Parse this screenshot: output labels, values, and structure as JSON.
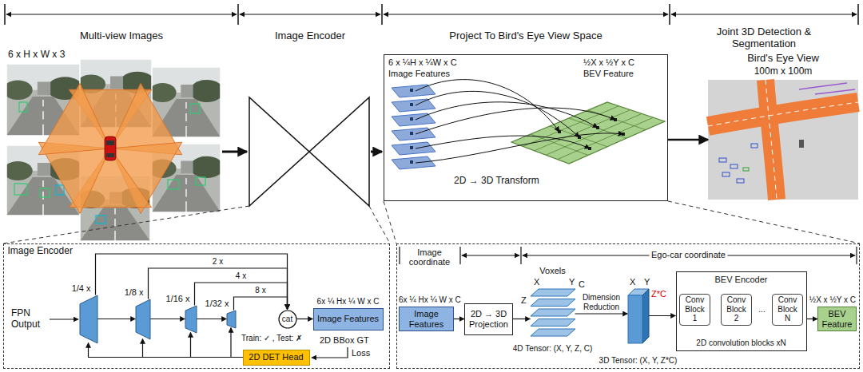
{
  "diagram": {
    "nodes": [
      {
        "text": [
          "2D → 3D Transform"
        ]
      },
      {
        "text": [
          "Bird's Eye View",
          "100m x 100m"
        ]
      },
      {
        "text": [
          "Image Encoder"
        ]
      },
      {
        "text": [
          "1/4 x"
        ],
        "in": 2
      },
      {
        "text": [
          "1/8 x"
        ],
        "in": 2
      },
      {
        "text": [
          "1/16 x"
        ],
        "in": 2
      },
      {
        "text": [
          "1/32 x"
        ],
        "in": 2
      },
      {
        "text": [
          "cat"
        ],
        "in": 2
      },
      {
        "text": [
          "6x ¼ Hx ¼ W x C",
          "Image Features"
        ],
        "in": 2
      },
      {
        "text": [
          "2D DET Head"
        ],
        "in": 2
      },
      {
        "text": [
          "Image coordinate",
          "Ego-car coordinate"
        ]
      },
      {
        "text": [
          "6x ¼ Hx ¼ W x C",
          "Image Features"
        ],
        "in": 10
      },
      {
        "text": [
          "2D → 3D Projection"
        ],
        "in": 10
      },
      {
        "text": [
          "Voxels",
          "4D Tensor: (X, Y, Z, C)"
        ],
        "in": 10
      },
      {
        "text": [
          "3D Tensor: (X, Y, Z*C)"
        ],
        "in": 10
      },
      {
        "text": [
          "BEV Encoder",
          "2D convolution blocks xN"
        ],
        "in": 10
      },
      {
        "text": [
          "Conv Block 1"
        ],
        "in": 15
      },
      {
        "text": [
          "Conv Block 2"
        ],
        "in": 15
      },
      {
        "text": [
          "Conv Block N"
        ],
        "in": 15
      },
      {
        "text": [
          "½X x ½Y x C",
          "BEV Feature"
        ],
        "in": 10
      }
    ],
    "edges": [
      {
        "from": 0,
        "to": 1,
        "arrow": "to"
      },
      {
        "from": 3,
        "to": 4,
        "arrow": "to"
      },
      {
        "from": 4,
        "to": 5,
        "arrow": "to"
      },
      {
        "from": 5,
        "to": 6,
        "arrow": "to"
      },
      {
        "from": 3,
        "to": 7,
        "arrow": "to"
      },
      {
        "from": 4,
        "to": 7,
        "label": "2 x",
        "arrow": "to"
      },
      {
        "from": 5,
        "to": 7,
        "label": "4 x",
        "arrow": "to"
      },
      {
        "from": 6,
        "to": 7,
        "label": "8 x",
        "arrow": "to"
      },
      {
        "from": 7,
        "to": 8,
        "arrow": "to"
      },
      {
        "from": 9,
        "to": 3,
        "arrow": "to"
      },
      {
        "from": 9,
        "to": 4,
        "arrow": "to"
      },
      {
        "from": 9,
        "to": 5,
        "arrow": "to"
      },
      {
        "from": 9,
        "to": 6,
        "arrow": "to"
      },
      {
        "from": 11,
        "to": 12,
        "arrow": "to"
      },
      {
        "from": 12,
        "to": 13,
        "arrow": "to"
      },
      {
        "from": 13,
        "to": 14,
        "label": "Dimension Reduction",
        "arrow": "to"
      },
      {
        "from": 14,
        "to": 15,
        "arrow": "to"
      },
      {
        "from": 16,
        "to": 17,
        "arrow": "to"
      },
      {
        "from": 17,
        "to": 18,
        "label": "...",
        "arrow": "to"
      },
      {
        "from": 15,
        "to": 19,
        "arrow": "to"
      }
    ],
    "labels": [
      "Multi-view Images",
      "Image Encoder",
      "Project To Bird's Eye View Space",
      "Joint 3D Detection & Segmentation",
      "6 x H x W x 3",
      "6 x ¼H x ¼W x C",
      "Image Features",
      "½X x ½Y x C",
      "BEV Feature",
      "FPN Output",
      "Train: ✓ , Test: ✗",
      "2D BBox GT",
      "Loss",
      "X",
      "Y",
      "Z",
      "C",
      "X",
      "Y",
      "Z*C"
    ]
  }
}
